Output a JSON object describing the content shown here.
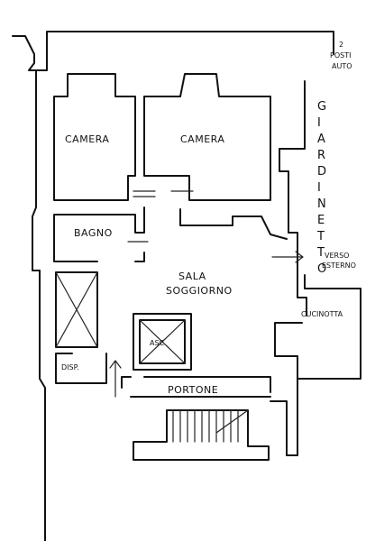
{
  "labels": {
    "posti_num": "2",
    "posti": "POSTI",
    "auto": "AUTO",
    "camera1": "CAMERA",
    "camera2": "CAMERA",
    "bagno": "BAGNO",
    "sala": "SALA",
    "soggiorno": "SOGGIORNO",
    "cucinotta": "CUCINOTTA",
    "verso": "VERSO",
    "esterno": "ESTERNO",
    "asc": "ASC",
    "disp": "DISP.",
    "portone": "PORTONE",
    "giardinetto": [
      "G",
      "I",
      "A",
      "R",
      "D",
      "I",
      "N",
      "E",
      "T",
      "T",
      "O"
    ]
  }
}
